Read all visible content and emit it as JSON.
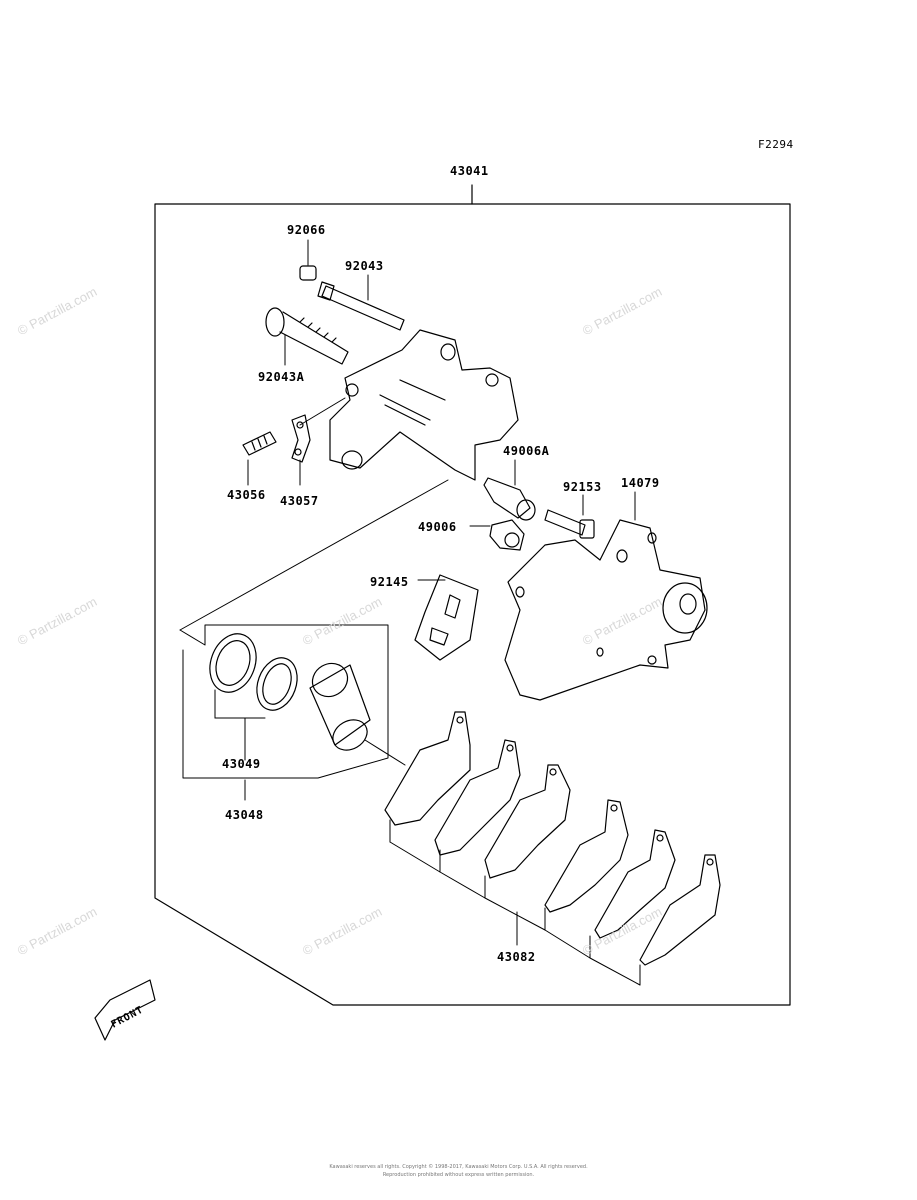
{
  "figure_code": "F2294",
  "labels": {
    "assembly": "43041",
    "p92066": "92066",
    "p92043": "92043",
    "p92043A": "92043A",
    "p43056": "43056",
    "p43057": "43057",
    "p49006A": "49006A",
    "p92153": "92153",
    "p14079": "14079",
    "p49006": "49006",
    "p92145": "92145",
    "p43049": "43049",
    "p43048": "43048",
    "p43082": "43082"
  },
  "front_arrow": "FRONT",
  "watermark": "© Partzilla.com",
  "copyright": {
    "line1": "Kawasaki reserves all rights. Copyright © 1998-2017, Kawasaki Motors Corp. U.S.A. All rights reserved.",
    "line2": "Reproduction prohibited without express written permission."
  }
}
